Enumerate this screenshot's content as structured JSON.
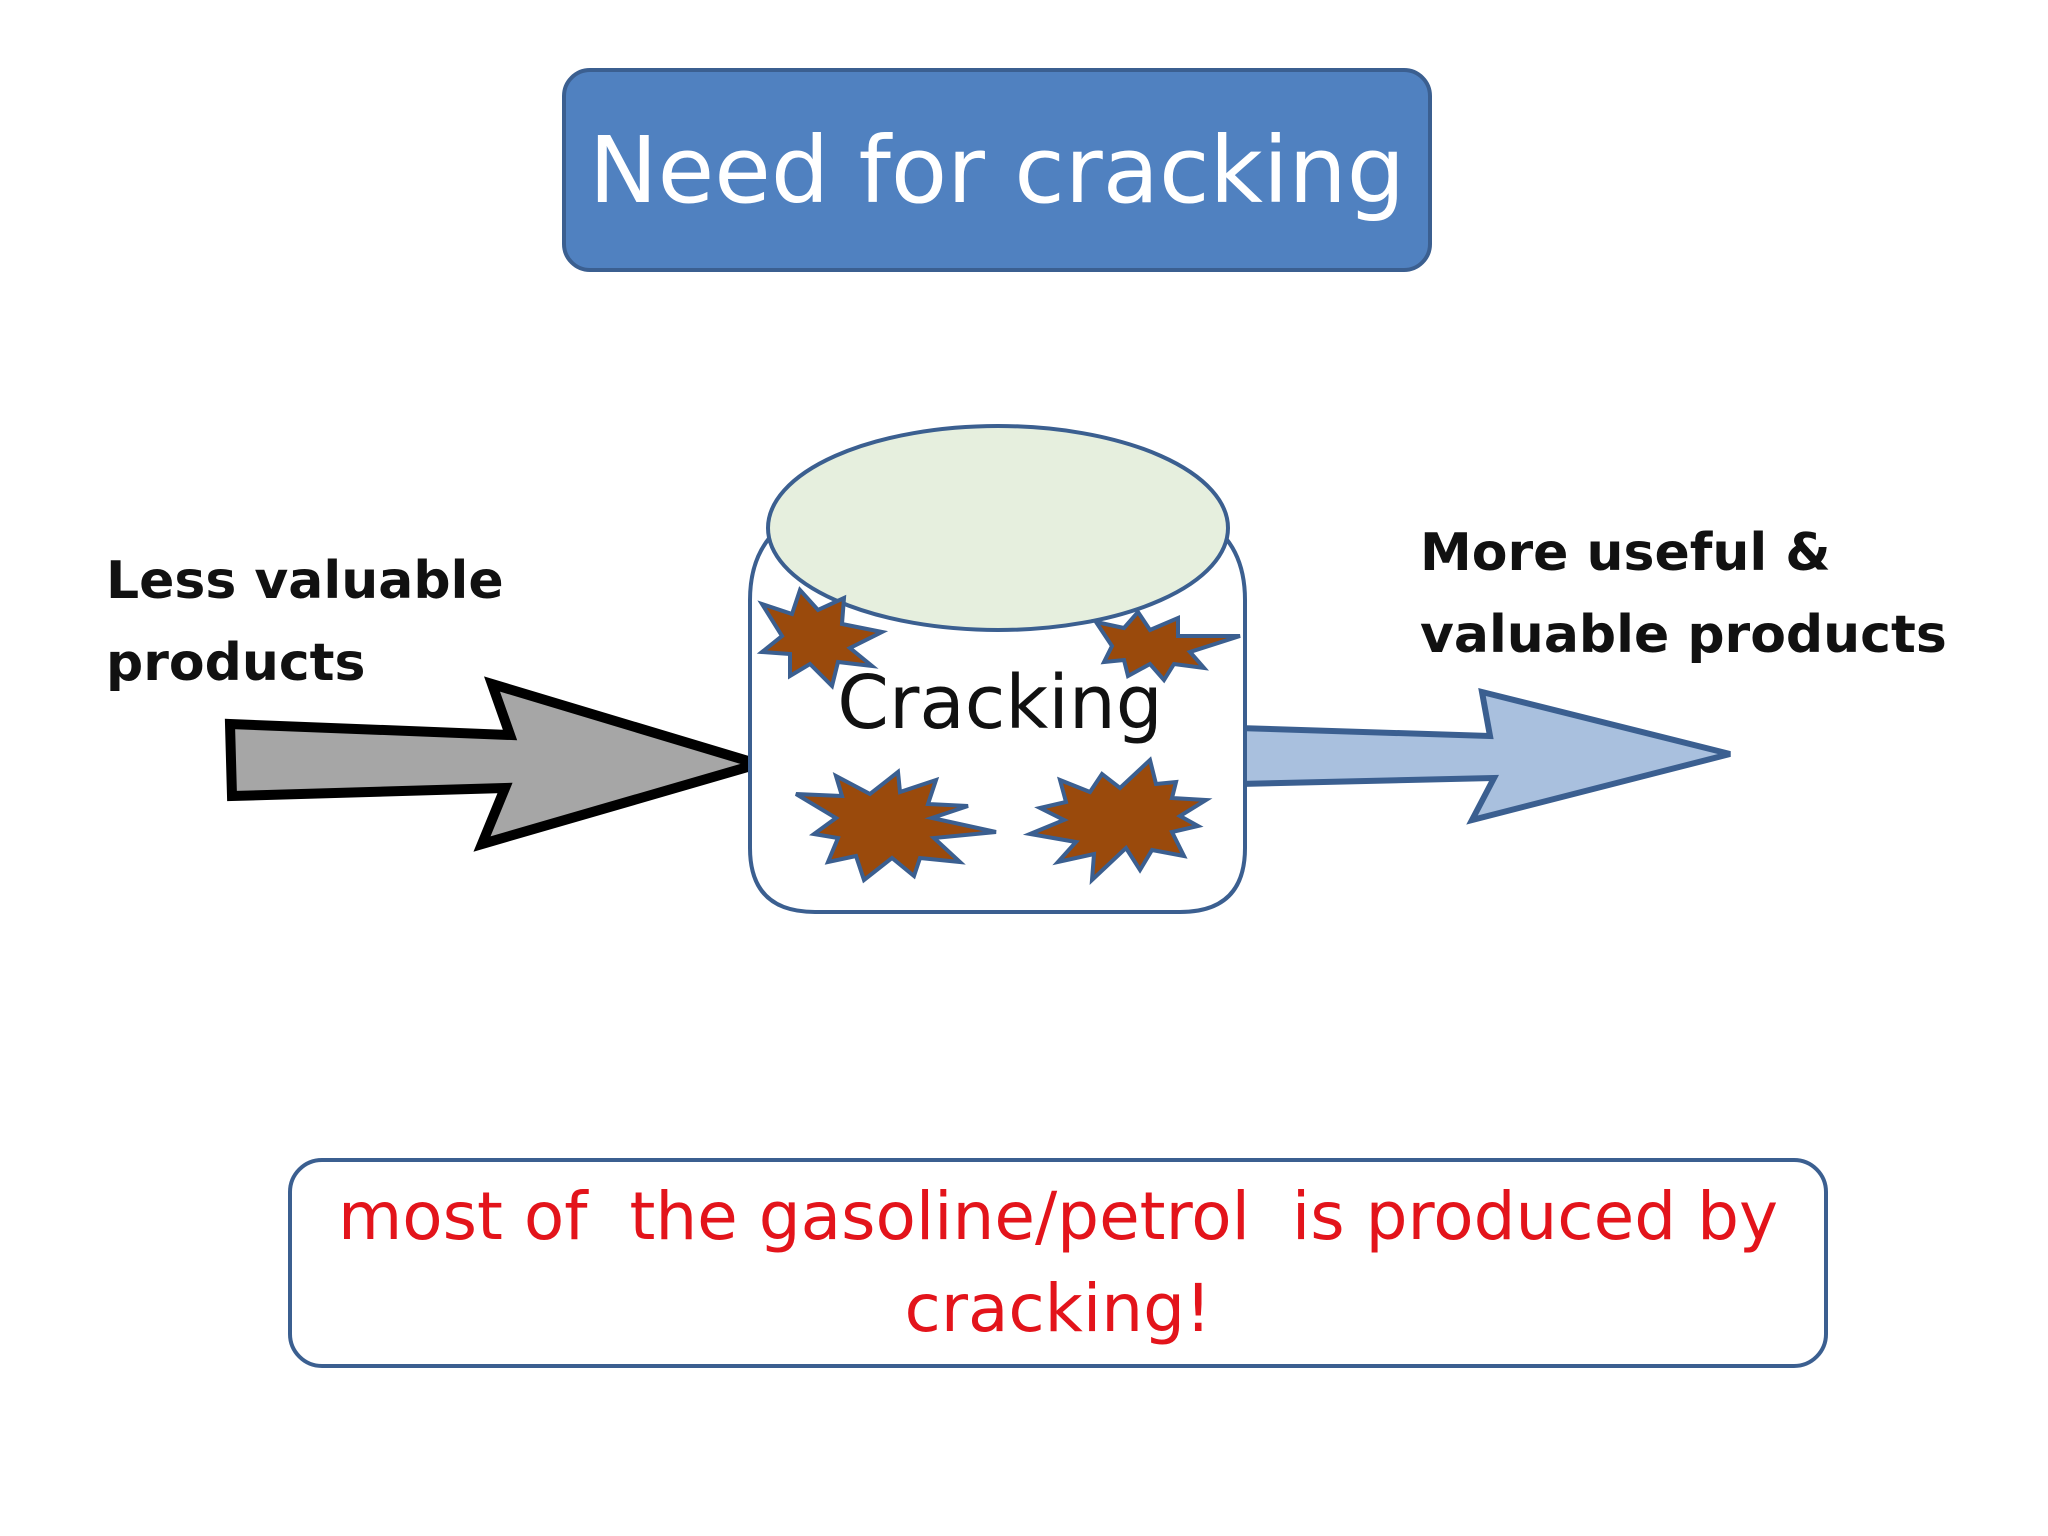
{
  "title": "Need for cracking",
  "input_label_line1": "Less valuable",
  "input_label_line2": "products",
  "output_label_line1": "More useful &",
  "output_label_line2": "valuable products",
  "process_label": "Cracking",
  "note": "most of  the gasoline/petrol  is produced by\ncracking!",
  "colors": {
    "title_fill": "#5081c0",
    "vessel_top": "#e6efde",
    "burst_fill": "#9a4a0c",
    "input_arrow": "#a6a6a6",
    "output_arrow": "#a9c0de",
    "note_text": "#e3141b"
  }
}
